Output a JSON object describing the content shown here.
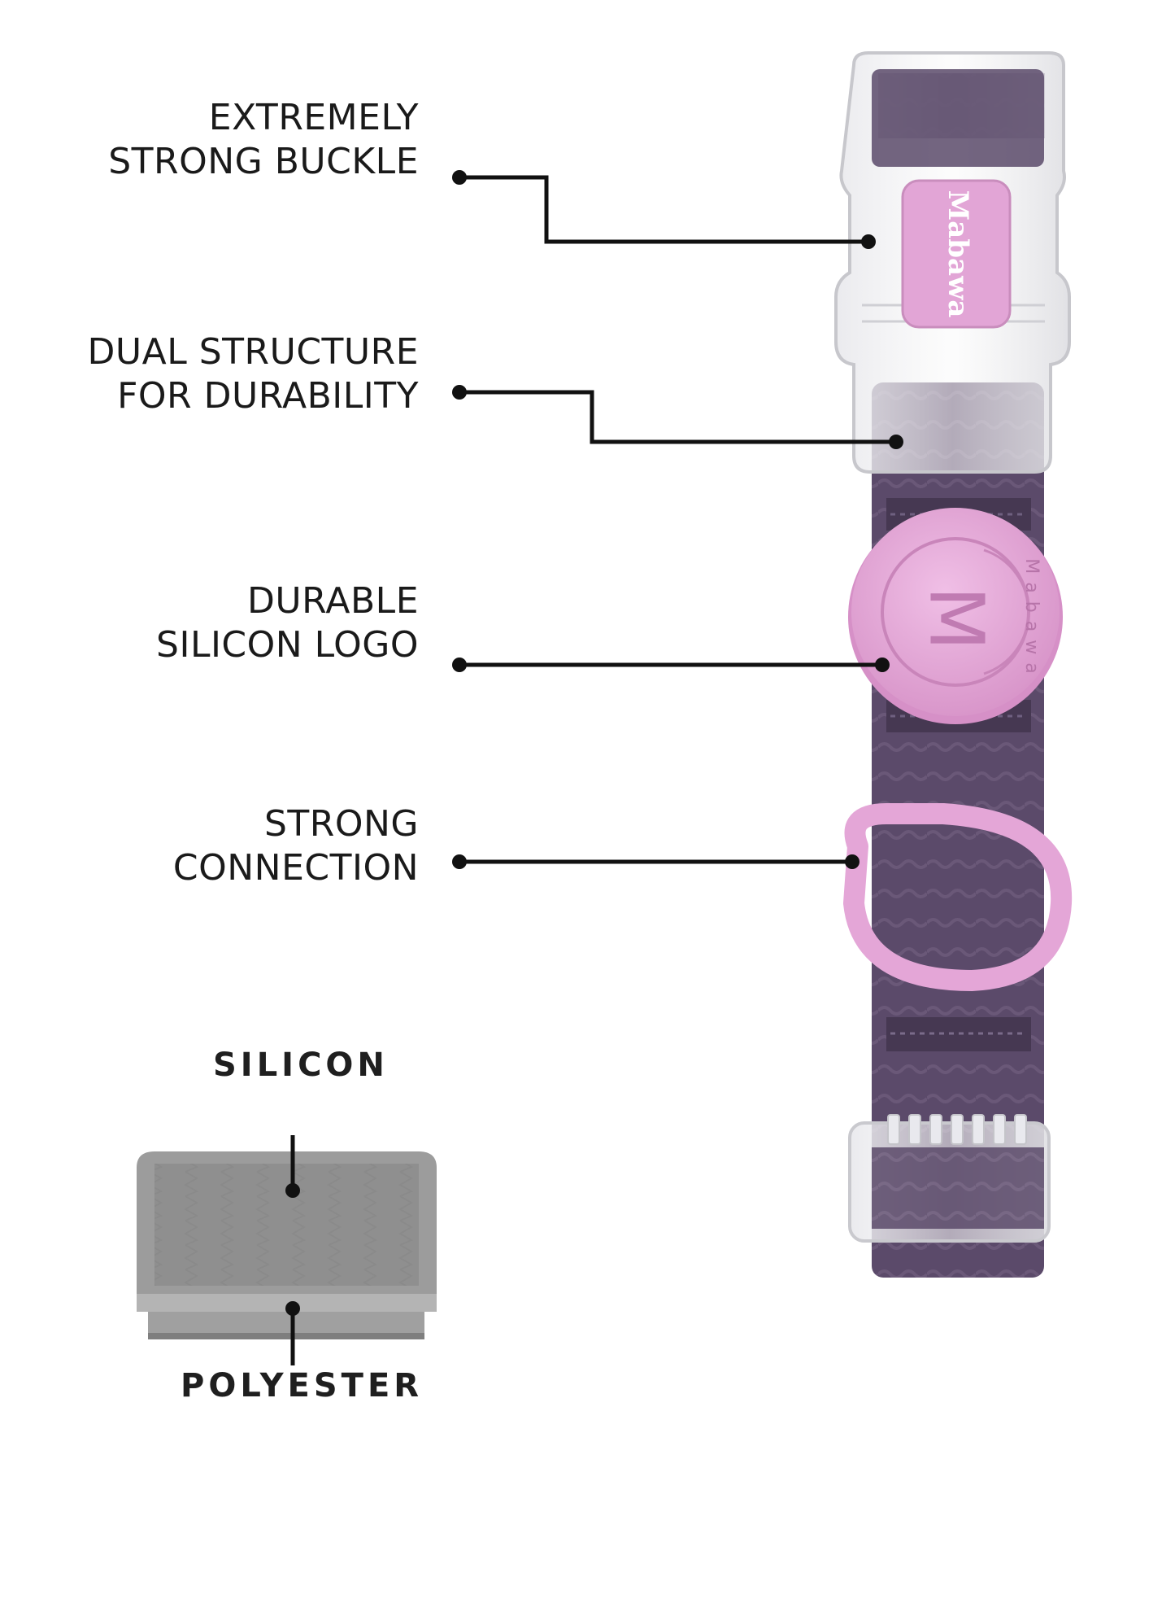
{
  "features": [
    {
      "line1": "EXTREMELY",
      "line2": "STRONG BUCKLE"
    },
    {
      "line1": "DUAL STRUCTURE",
      "line2": "FOR DURABILITY"
    },
    {
      "line1": "DURABLE",
      "line2": "SILICON LOGO"
    },
    {
      "line1": "STRONG",
      "line2": "CONNECTION"
    }
  ],
  "materials": {
    "top_label": "SILICON",
    "bottom_label": "POLYESTER"
  },
  "product": {
    "buckle_brand": "Mabawa",
    "logo_letter": "M",
    "logo_ring_text": "Mabawa"
  },
  "colors": {
    "strap": "#5b4a6a",
    "strap_dark": "#463852",
    "accent_pink": "#e3a6d6",
    "leader_lines": "#111111",
    "swatch_grey": "#9a9a9a"
  }
}
